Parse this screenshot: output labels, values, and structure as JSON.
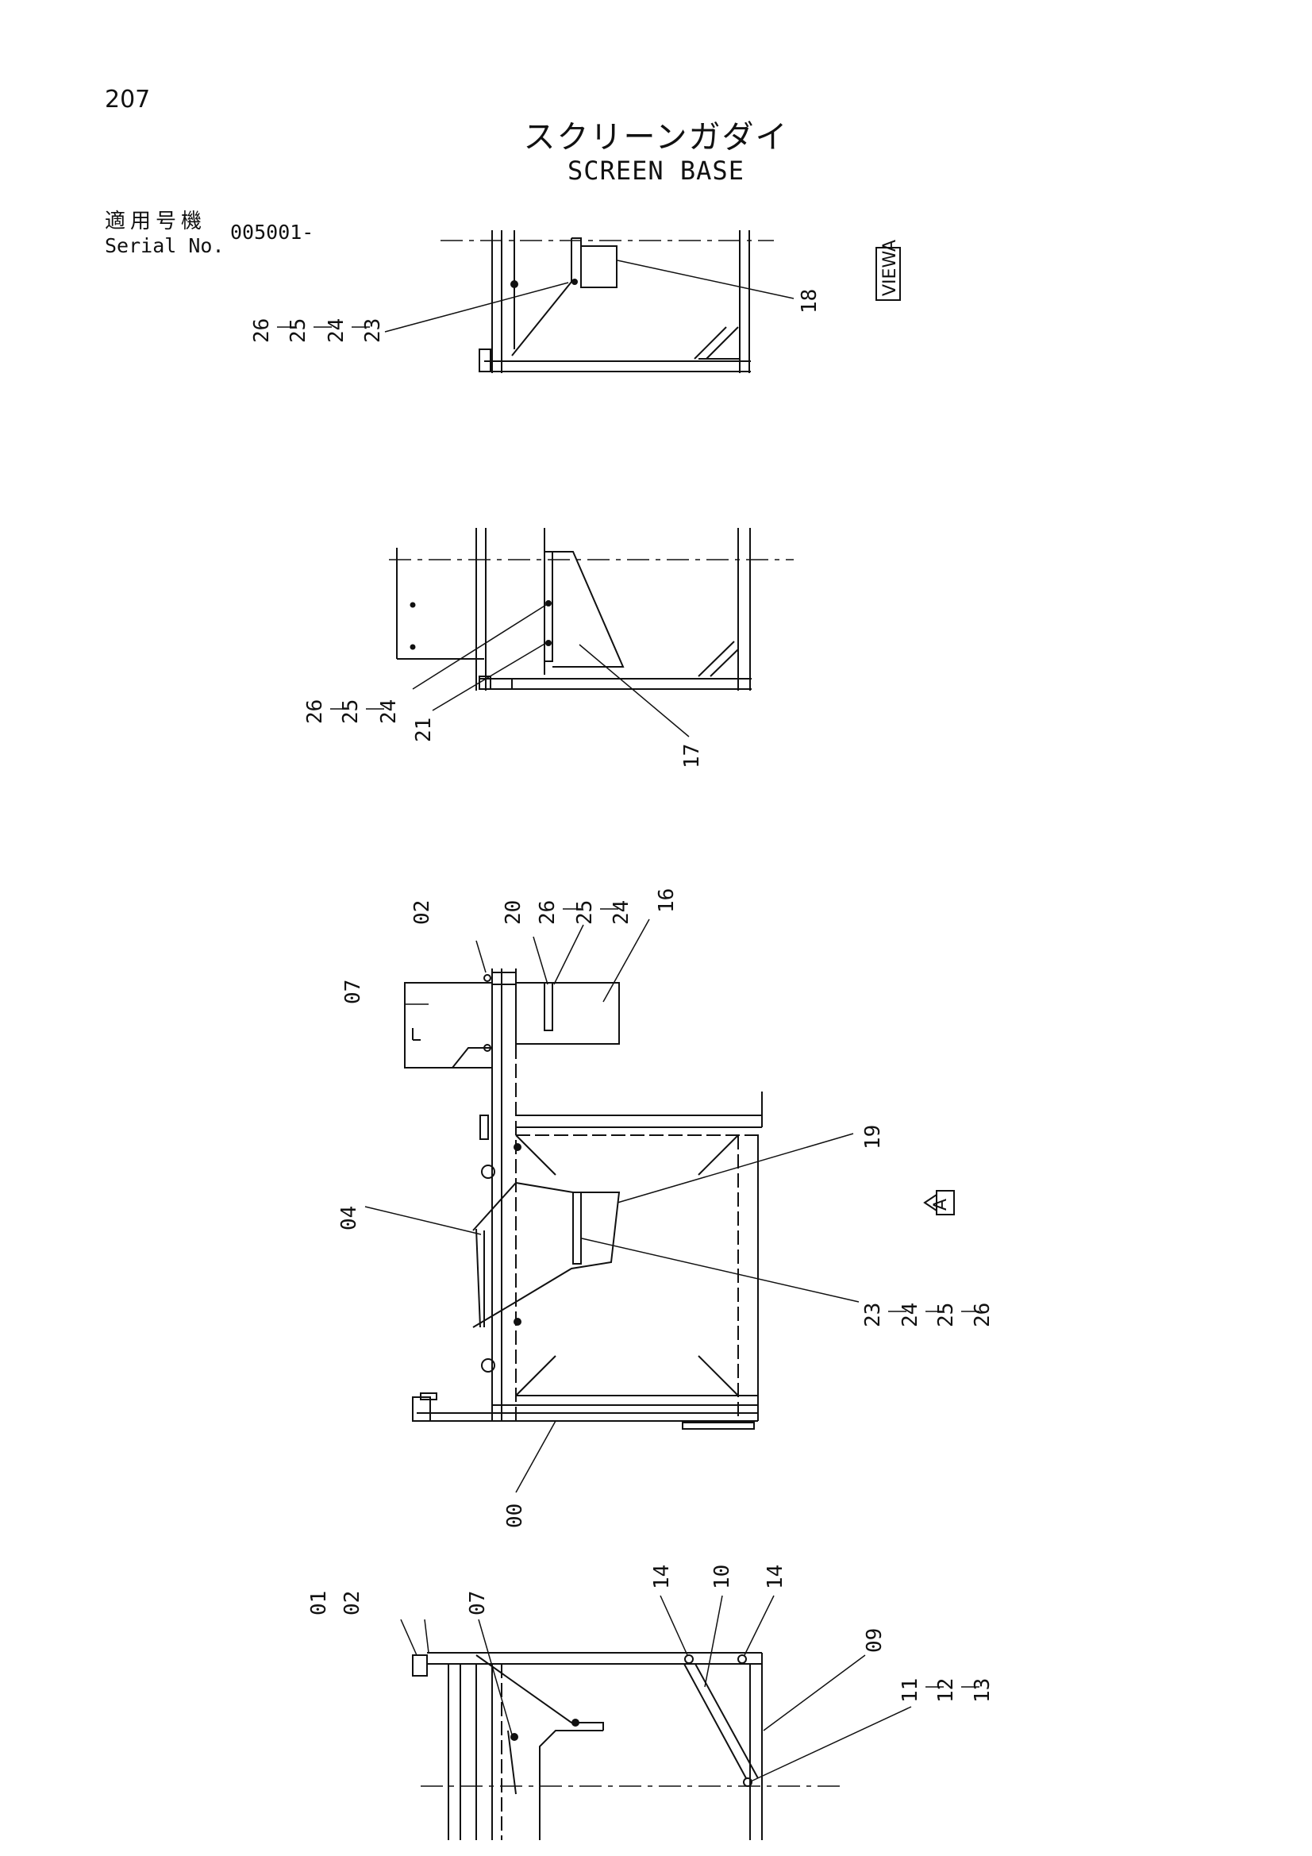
{
  "page": {
    "number": "207",
    "title_jp": "スクリーンガダイ",
    "title_en": "SCREEN BASE",
    "serial_label_jp": "適用号機",
    "serial_label_en": "Serial No.",
    "serial_value": "005001-"
  },
  "view_label": "VIEWA",
  "arrow_label": "A",
  "views": {
    "view1": {
      "callouts": [
        "26",
        "25",
        "24",
        "23",
        "18"
      ]
    },
    "view2": {
      "callouts": [
        "26",
        "25",
        "24",
        "21",
        "17"
      ]
    },
    "view3": {
      "callouts": [
        "07",
        "02",
        "20",
        "26",
        "25",
        "24",
        "16",
        "19",
        "04",
        "23",
        "24",
        "25",
        "26",
        "00"
      ]
    },
    "view4": {
      "callouts": [
        "01",
        "02",
        "07",
        "14",
        "10",
        "14",
        "09",
        "11",
        "12",
        "13"
      ]
    }
  }
}
